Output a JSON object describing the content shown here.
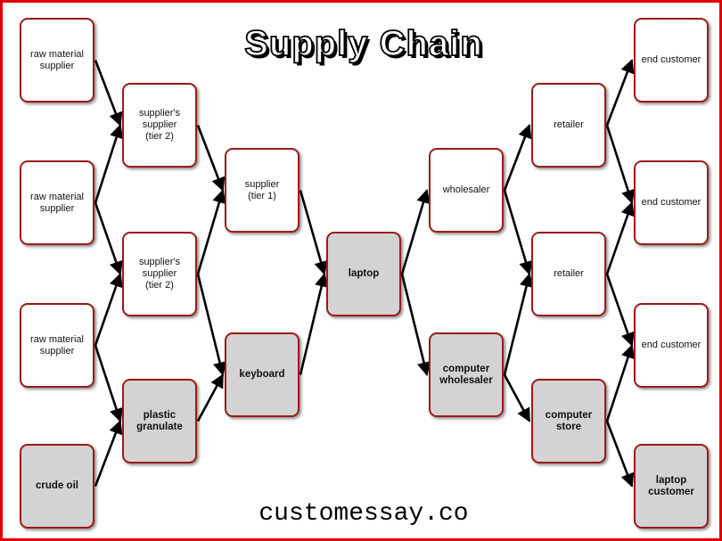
{
  "title": "Supply Chain",
  "footer": "customessay.co",
  "colors": {
    "frame": "#e00000",
    "node_border": "#9b1b1b",
    "product_fill": "#d3d3d3",
    "node_fill": "#ffffff",
    "arrow": "#000000"
  },
  "nodes": [
    {
      "id": "rms1",
      "label": "raw material\nsupplier",
      "type": "party"
    },
    {
      "id": "rms2",
      "label": "raw material\nsupplier",
      "type": "party"
    },
    {
      "id": "rms3",
      "label": "raw material\nsupplier",
      "type": "party"
    },
    {
      "id": "crude",
      "label": "crude oil",
      "type": "product"
    },
    {
      "id": "ss1",
      "label": "supplier's\nsupplier\n(tier 2)",
      "type": "party"
    },
    {
      "id": "ss2",
      "label": "supplier's\nsupplier\n(tier 2)",
      "type": "party"
    },
    {
      "id": "plastic",
      "label": "plastic\ngranulate",
      "type": "product"
    },
    {
      "id": "sup1",
      "label": "supplier\n(tier 1)",
      "type": "party"
    },
    {
      "id": "keyboard",
      "label": "keyboard",
      "type": "product"
    },
    {
      "id": "laptop",
      "label": "laptop",
      "type": "product"
    },
    {
      "id": "wholesaler",
      "label": "wholesaler",
      "type": "party"
    },
    {
      "id": "compwh",
      "label": "computer\nwholesaler",
      "type": "product"
    },
    {
      "id": "ret1",
      "label": "retailer",
      "type": "party"
    },
    {
      "id": "ret2",
      "label": "retailer",
      "type": "party"
    },
    {
      "id": "compstore",
      "label": "computer\nstore",
      "type": "product"
    },
    {
      "id": "ec1",
      "label": "end customer",
      "type": "party"
    },
    {
      "id": "ec2",
      "label": "end customer",
      "type": "party"
    },
    {
      "id": "ec3",
      "label": "end customer",
      "type": "party"
    },
    {
      "id": "lapcust",
      "label": "laptop\ncustomer",
      "type": "product"
    }
  ],
  "links": [
    [
      "rms1",
      "ss1"
    ],
    [
      "rms2",
      "ss1"
    ],
    [
      "rms2",
      "ss2"
    ],
    [
      "rms3",
      "ss2"
    ],
    [
      "rms3",
      "plastic"
    ],
    [
      "crude",
      "plastic"
    ],
    [
      "ss1",
      "sup1"
    ],
    [
      "ss2",
      "sup1"
    ],
    [
      "ss2",
      "keyboard"
    ],
    [
      "plastic",
      "keyboard"
    ],
    [
      "sup1",
      "laptop"
    ],
    [
      "keyboard",
      "laptop"
    ],
    [
      "laptop",
      "wholesaler"
    ],
    [
      "laptop",
      "compwh"
    ],
    [
      "wholesaler",
      "ret1"
    ],
    [
      "wholesaler",
      "ret2"
    ],
    [
      "compwh",
      "ret2"
    ],
    [
      "compwh",
      "compstore"
    ],
    [
      "ret1",
      "ec1"
    ],
    [
      "ret1",
      "ec2"
    ],
    [
      "ret2",
      "ec2"
    ],
    [
      "ret2",
      "ec3"
    ],
    [
      "compstore",
      "ec3"
    ],
    [
      "compstore",
      "lapcust"
    ]
  ]
}
